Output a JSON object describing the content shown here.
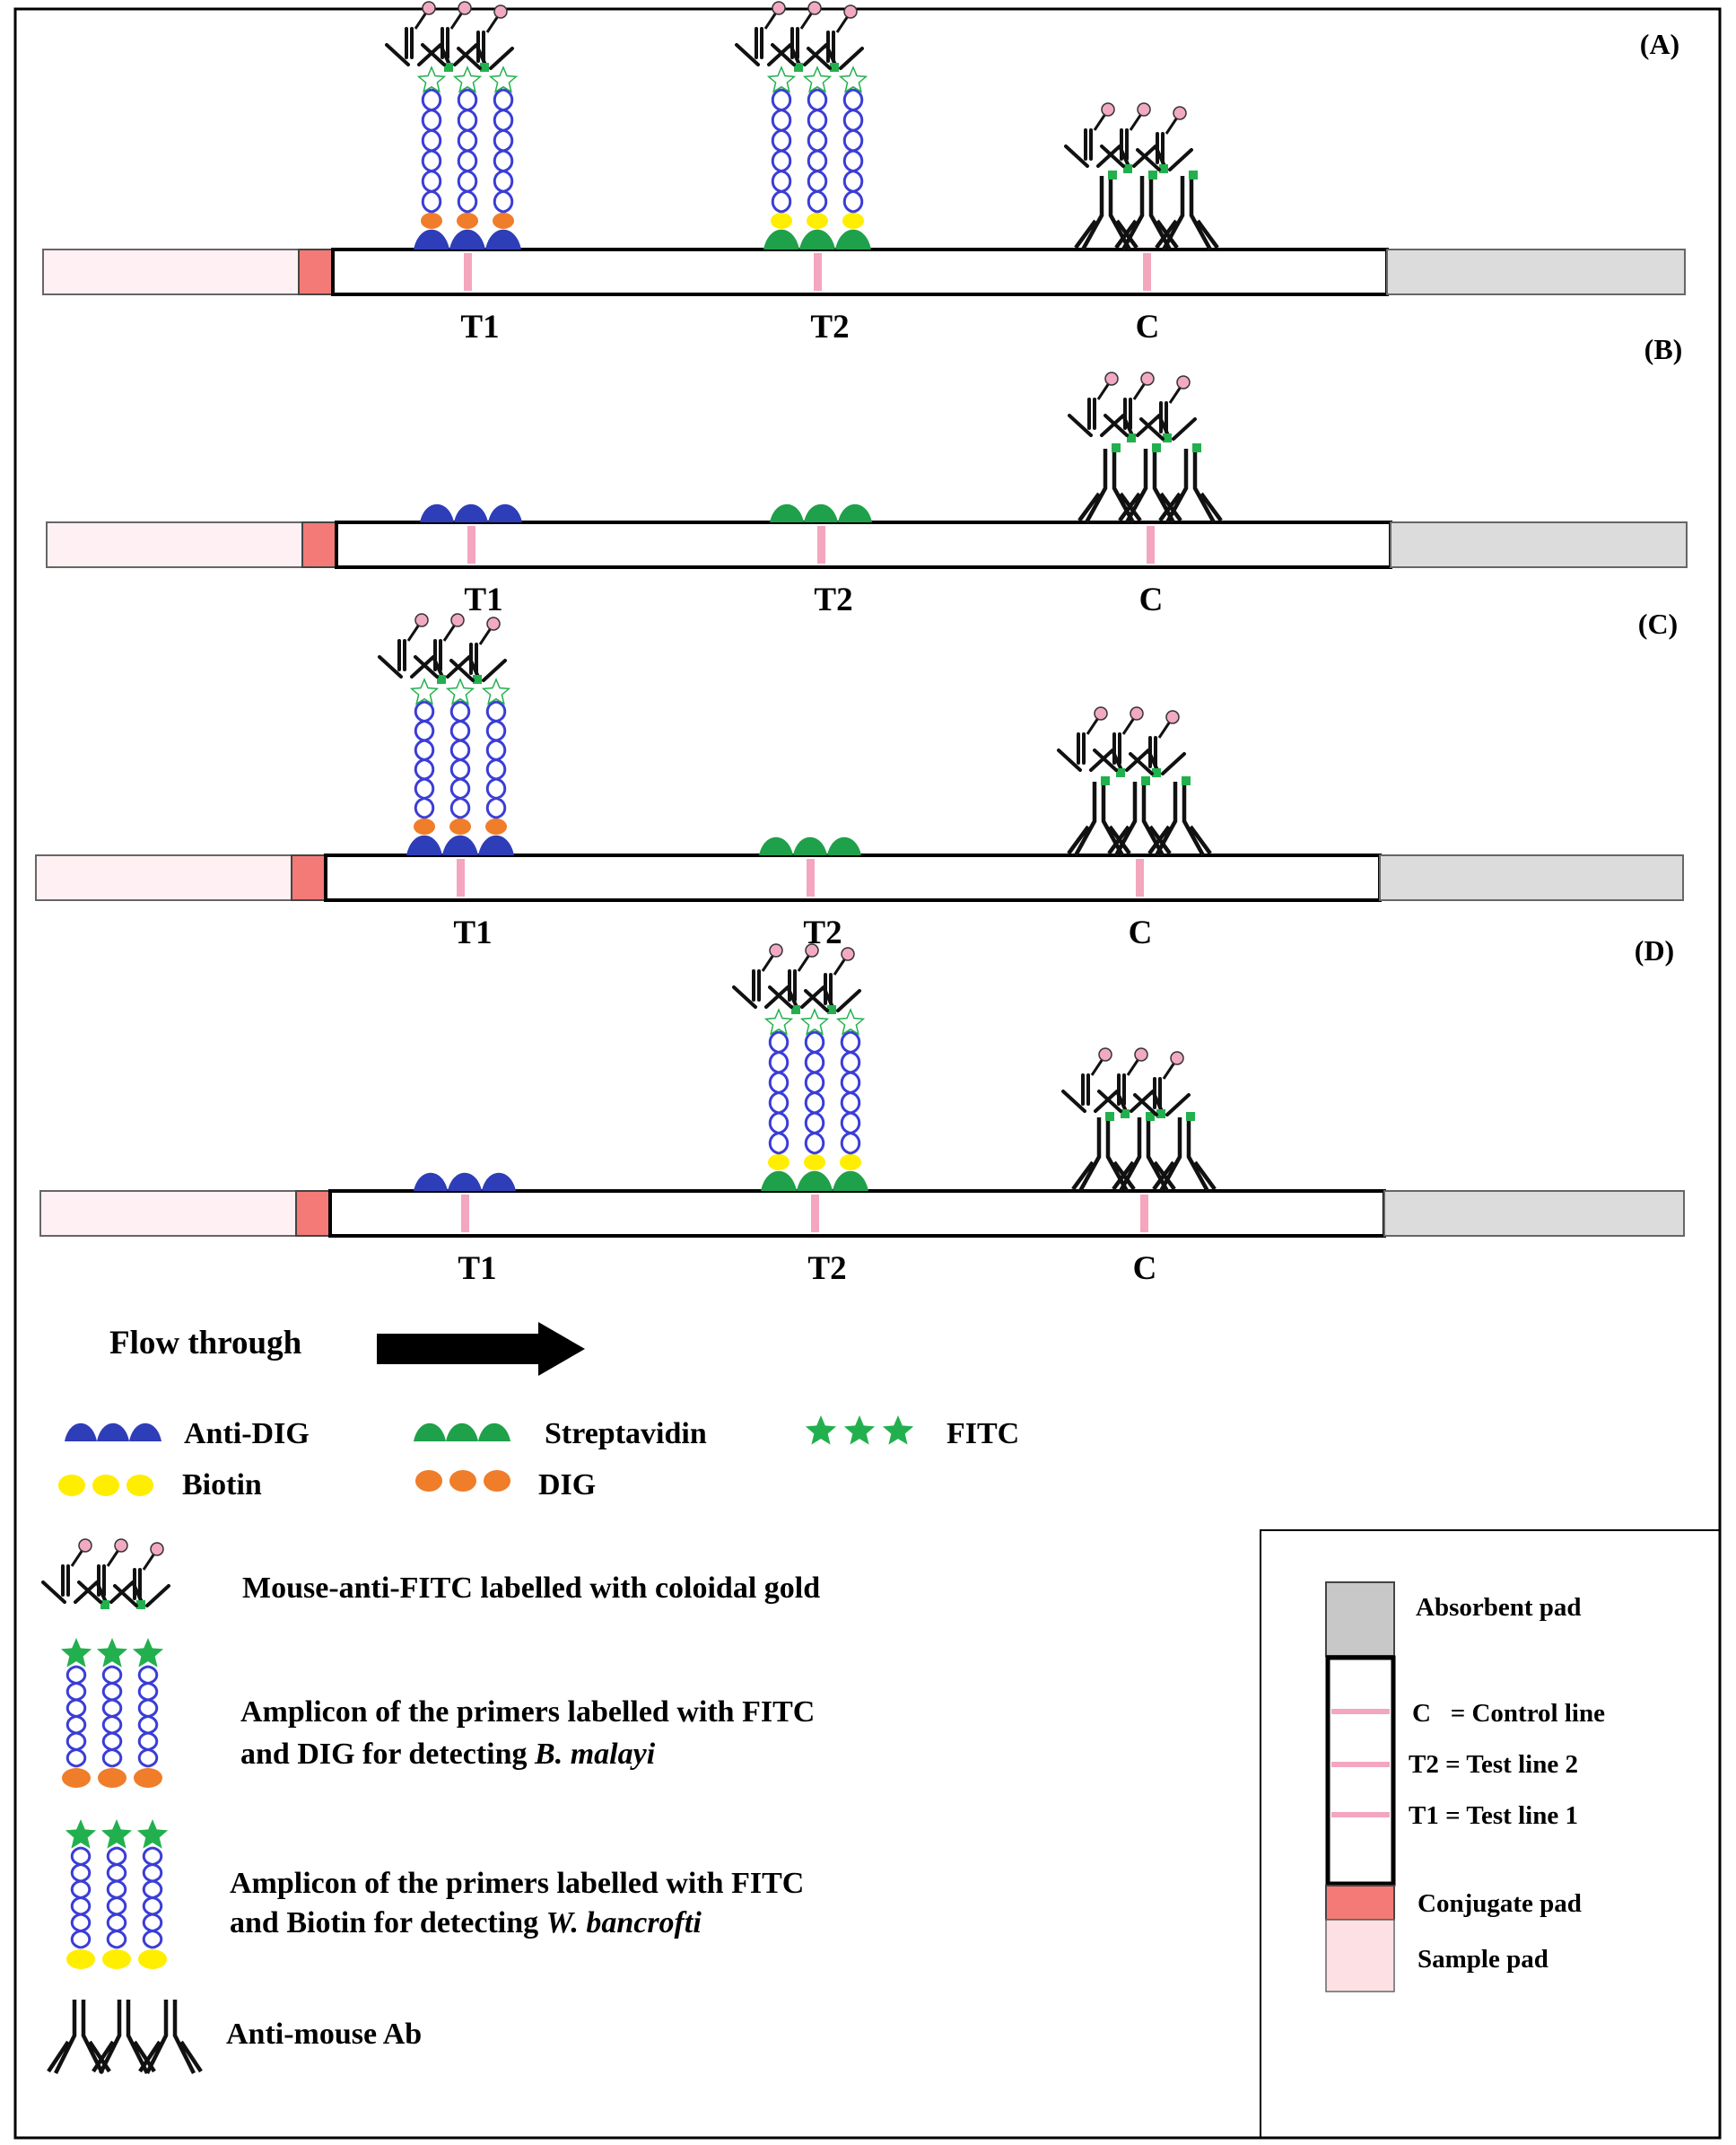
{
  "panels": [
    {
      "id": "A",
      "tag": "(A)",
      "line_labels": [
        "T1",
        "T2",
        "C"
      ],
      "t1": "dig_amplicon",
      "t2": "biotin_amplicon"
    },
    {
      "id": "B",
      "tag": "(B)",
      "line_labels": [
        "T1",
        "T2",
        "C"
      ],
      "t1": "empty",
      "t2": "empty"
    },
    {
      "id": "C",
      "tag": "(C)",
      "line_labels": [
        "T1",
        "T2",
        "C"
      ],
      "t1": "dig_amplicon",
      "t2": "empty"
    },
    {
      "id": "D",
      "tag": "(D)",
      "line_labels": [
        "T1",
        "T2",
        "C"
      ],
      "t1": "empty",
      "t2": "biotin_amplicon"
    }
  ],
  "flow": {
    "label": "Flow through"
  },
  "legend": {
    "anti_dig": "Anti-DIG",
    "streptavidin": "Streptavidin",
    "fitc": "FITC",
    "biotin": "Biotin",
    "dig": "DIG",
    "mouse_anti_fitc": "Mouse-anti-FITC labelled with coloidal gold",
    "amplicon_dig_line1": "Amplicon of the primers labelled with FITC",
    "amplicon_dig_line2_prefix": "and DIG for detecting ",
    "amplicon_dig_species": "B. malayi",
    "amplicon_bio_line1": "Amplicon of the primers labelled with FITC",
    "amplicon_bio_line2_prefix": "and Biotin for detecting ",
    "amplicon_bio_species": "W. bancrofti",
    "anti_mouse": "Anti-mouse Ab"
  },
  "strip_key": {
    "absorbent": "Absorbent pad",
    "control": "C   = Control line",
    "test2": "T2 = Test line 2",
    "test1": "T1 = Test line 1",
    "conjugate": "Conjugate pad",
    "sample": "Sample pad"
  },
  "colors": {
    "anti_dig": "#2e3db8",
    "streptavidin": "#1fa04a",
    "fitc": "#22b04e",
    "biotin": "#ffee00",
    "dig": "#f07d2a",
    "gold": "#f2a9c4",
    "line": "#f4a6bf",
    "sample_pad": "#fff0f3",
    "conjugate_pad": "#f37a76",
    "absorbent_pad": "#dcdcdc",
    "key_absorbent": "#c8c8c8",
    "key_sample": "#fde0e4",
    "dna": "#3b3dd6"
  }
}
